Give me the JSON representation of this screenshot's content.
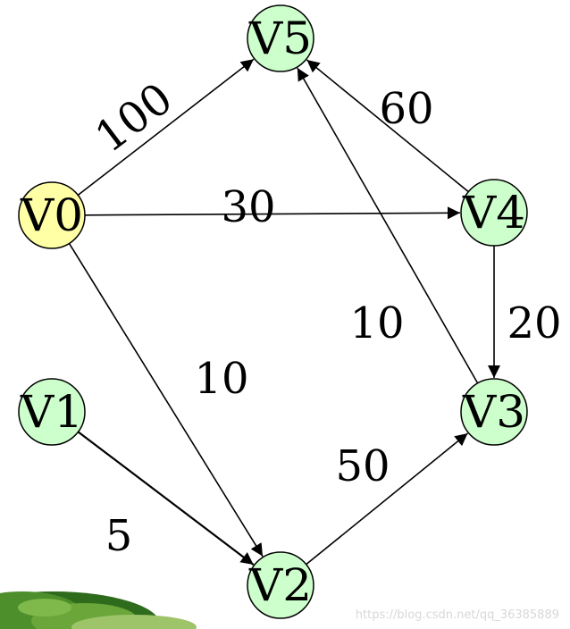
{
  "diagram": {
    "colors": {
      "start_node_fill": "#ffffa6",
      "node_fill": "#ccffcc",
      "node_stroke": "#000000",
      "edge": "#000000"
    },
    "nodes": [
      {
        "id": "V5",
        "label": "V5",
        "start": false
      },
      {
        "id": "V0",
        "label": "V0",
        "start": true
      },
      {
        "id": "V4",
        "label": "V4",
        "start": false
      },
      {
        "id": "V1",
        "label": "V1",
        "start": false
      },
      {
        "id": "V3",
        "label": "V3",
        "start": false
      },
      {
        "id": "V2",
        "label": "V2",
        "start": false
      }
    ],
    "edges": [
      {
        "from": "V0",
        "to": "V5",
        "weight": "100"
      },
      {
        "from": "V0",
        "to": "V4",
        "weight": "30"
      },
      {
        "from": "V0",
        "to": "V2",
        "weight": "10"
      },
      {
        "from": "V4",
        "to": "V5",
        "weight": "60"
      },
      {
        "from": "V4",
        "to": "V3",
        "weight": "20"
      },
      {
        "from": "V3",
        "to": "V5",
        "weight": "10"
      },
      {
        "from": "V1",
        "to": "V2",
        "weight": "5"
      },
      {
        "from": "V2",
        "to": "V3",
        "weight": "50"
      }
    ]
  },
  "watermark": "https://blog.csdn.net/qq_36385889"
}
